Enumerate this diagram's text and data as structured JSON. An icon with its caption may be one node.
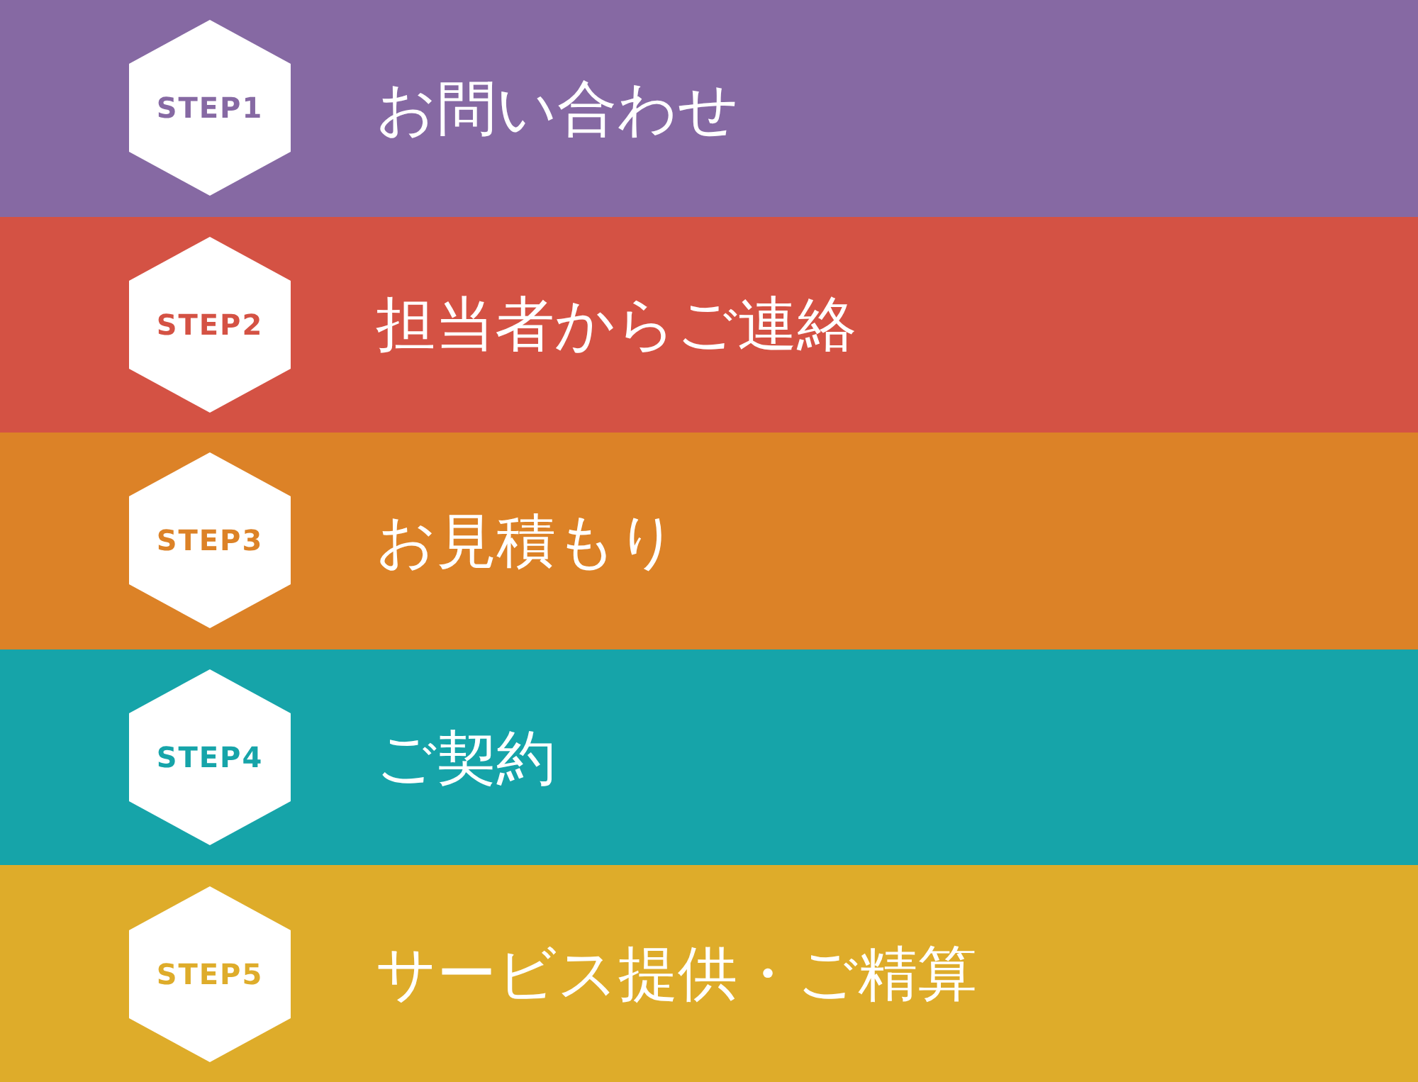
{
  "diagram": {
    "nodes": [
      {
        "text": [
          "お問い合わせ"
        ]
      },
      {
        "text": [
          "STEP1"
        ],
        "in": 0
      },
      {
        "text": [
          "担当者からご連絡"
        ]
      },
      {
        "text": [
          "STEP2"
        ],
        "in": 2
      },
      {
        "text": [
          "お見積もり"
        ]
      },
      {
        "text": [
          "STEP3"
        ],
        "in": 4
      },
      {
        "text": [
          "ご契約"
        ]
      },
      {
        "text": [
          "STEP4"
        ],
        "in": 6
      },
      {
        "text": [
          "サービス提供・ご精算"
        ]
      },
      {
        "text": [
          "STEP5"
        ],
        "in": 8
      }
    ]
  }
}
